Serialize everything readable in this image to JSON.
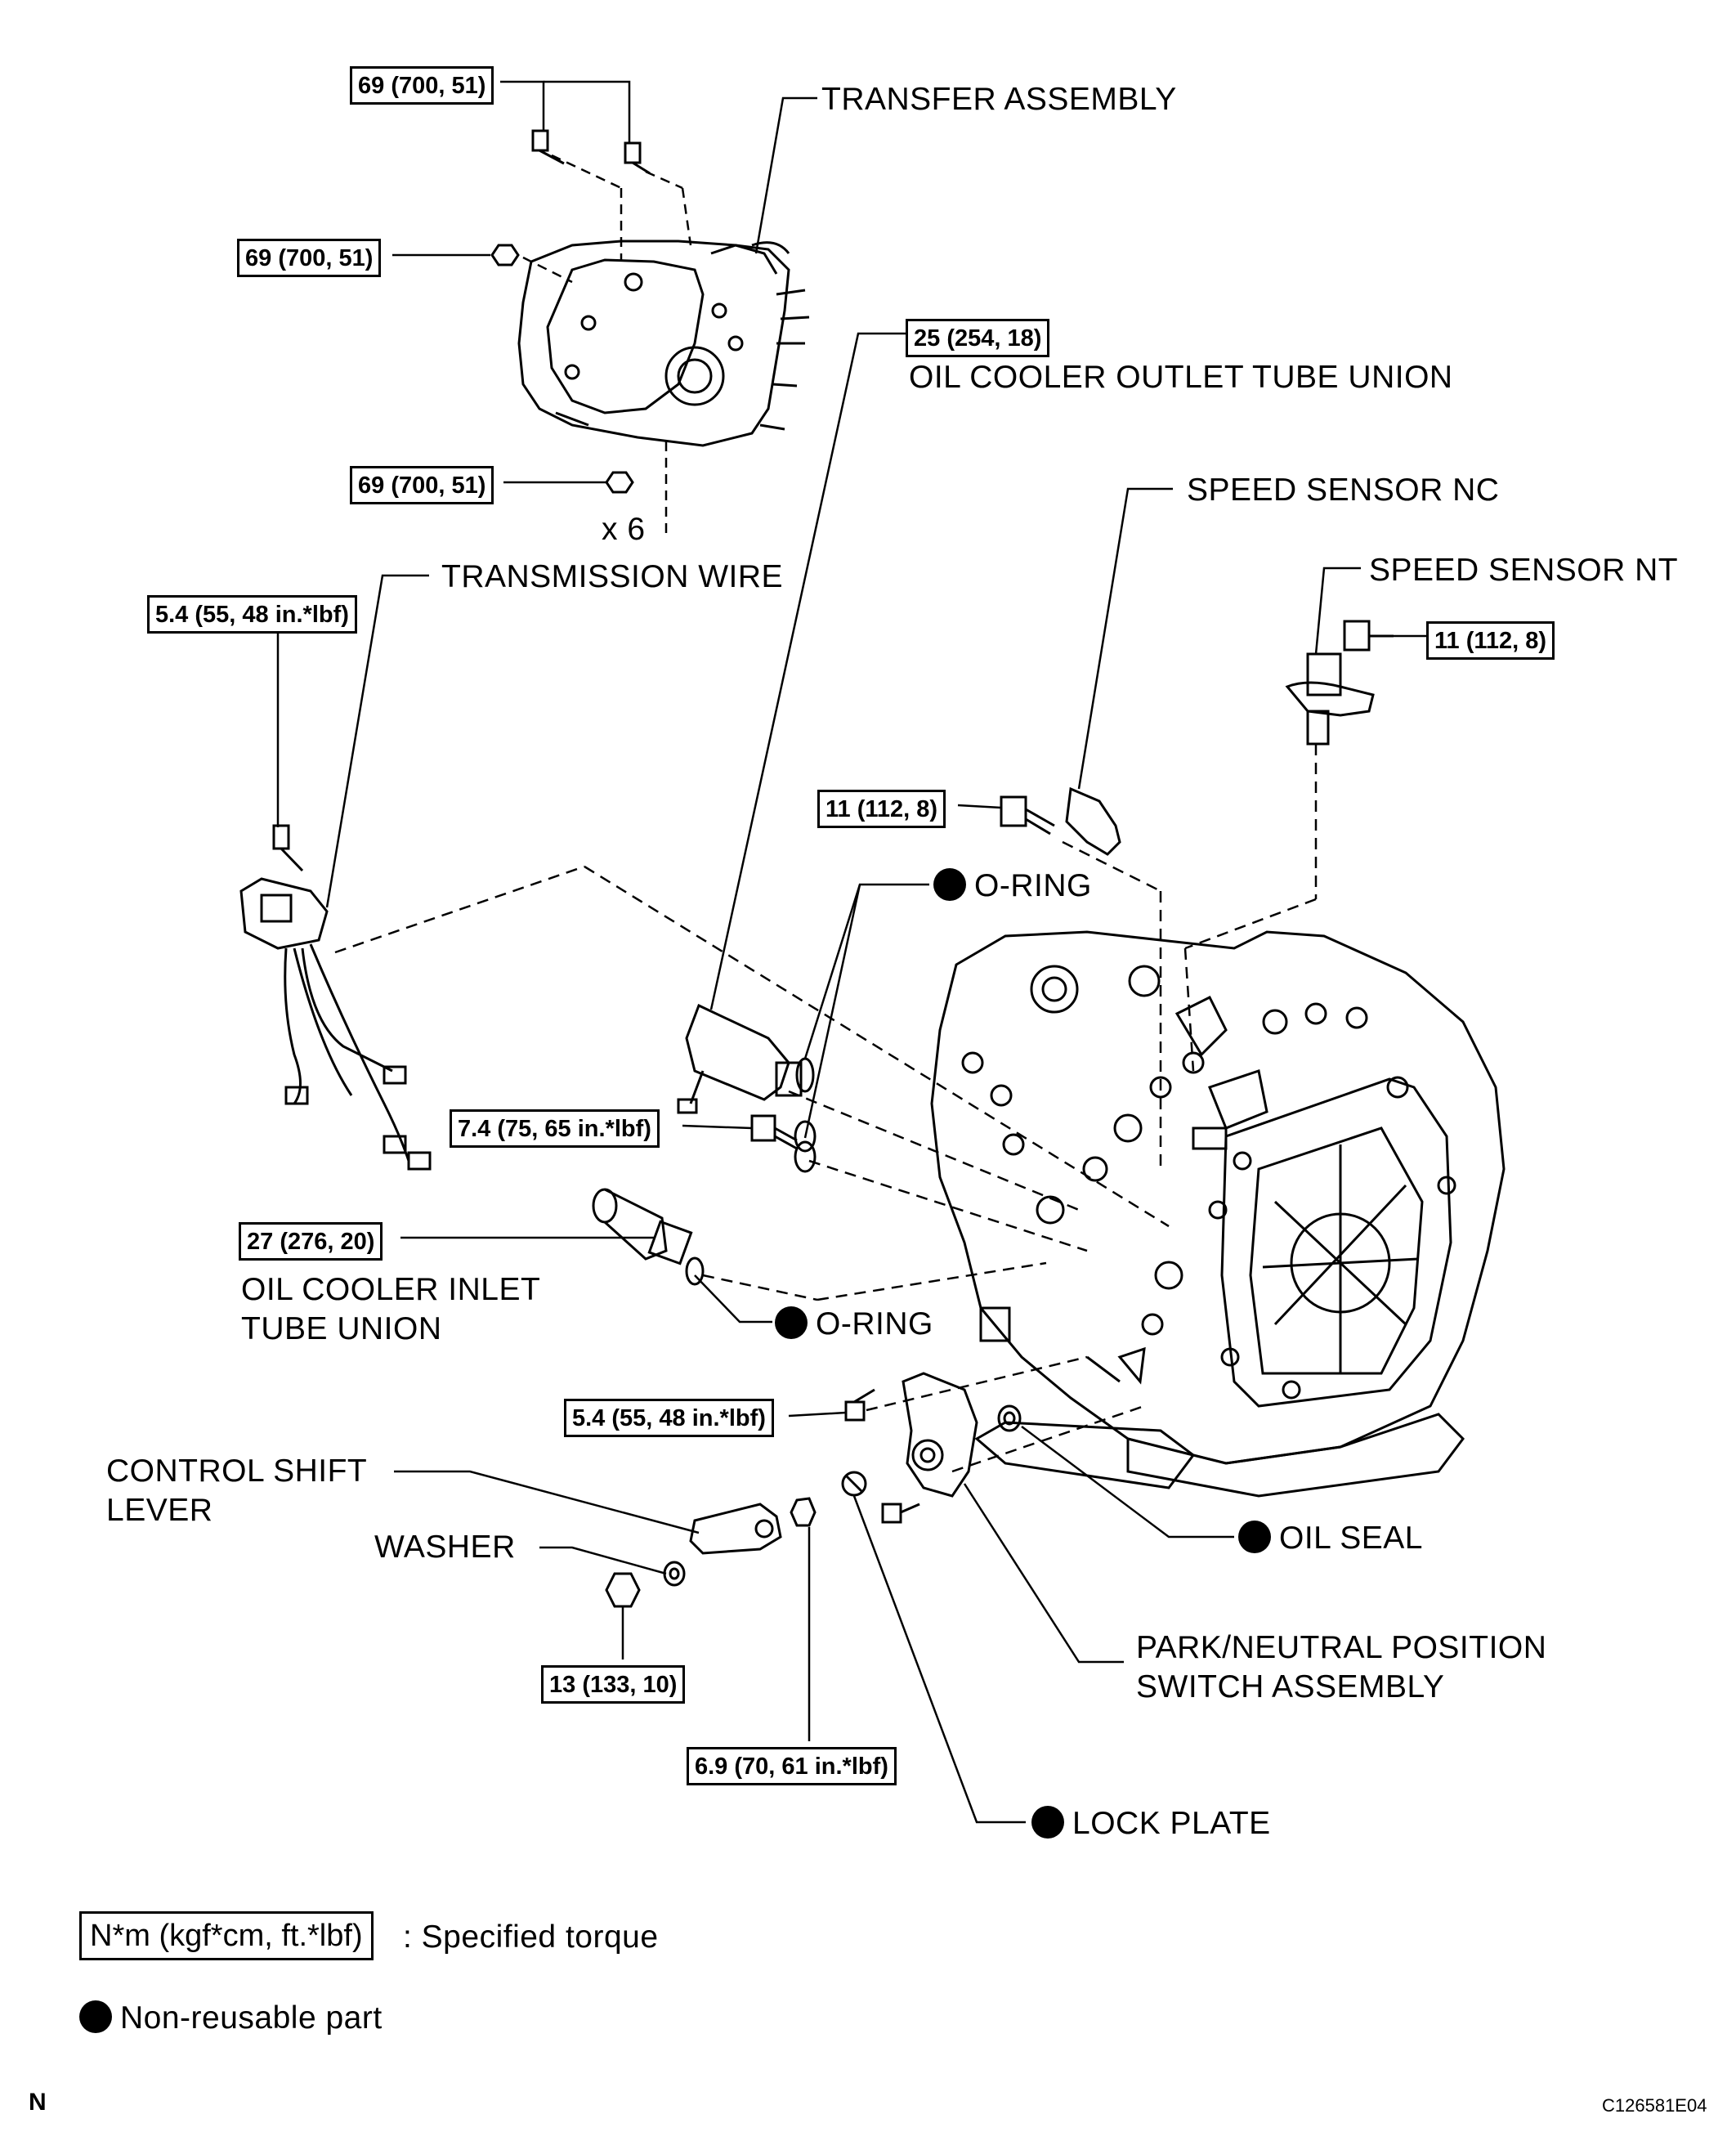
{
  "torque_specs": {
    "transfer_top": "69 (700, 51)",
    "transfer_mid": "69 (700, 51)",
    "transfer_bottom": "69 (700, 51)",
    "outlet_union": "25 (254, 18)",
    "trans_wire_bolt": "5.4 (55, 48 in.*lbf)",
    "speed_nt_bolt": "11 (112, 8)",
    "speed_nc_bolt": "11 (112, 8)",
    "cooler_bolt": "7.4 (75, 65 in.*lbf)",
    "inlet_union": "27 (276, 20)",
    "pnp_bolt": "5.4 (55, 48 in.*lbf)",
    "lever_nut": "13 (133, 10)",
    "switch_nut": "6.9 (70, 61 in.*lbf)"
  },
  "labels": {
    "transfer_assembly": "TRANSFER ASSEMBLY",
    "qty": "x 6",
    "outlet_union": "OIL COOLER OUTLET TUBE UNION",
    "speed_sensor_nc": "SPEED SENSOR NC",
    "speed_sensor_nt": "SPEED SENSOR NT",
    "transmission_wire": "TRANSMISSION WIRE",
    "o_ring_upper": "O-RING",
    "inlet_union_line1": "OIL COOLER INLET",
    "inlet_union_line2": "TUBE UNION",
    "o_ring_lower": "O-RING",
    "control_lever_line1": "CONTROL SHIFT",
    "control_lever_line2": "LEVER",
    "washer": "WASHER",
    "oil_seal": "OIL SEAL",
    "pnp_line1": "PARK/NEUTRAL POSITION",
    "pnp_line2": "SWITCH ASSEMBLY",
    "lock_plate": "LOCK PLATE"
  },
  "legend": {
    "torque_unit": "N*m (kgf*cm, ft.*lbf)",
    "torque_text": ": Specified torque",
    "nonreusable_text": "Non-reusable part"
  },
  "footer": {
    "left_code": "N",
    "right_code": "C126581E04"
  }
}
